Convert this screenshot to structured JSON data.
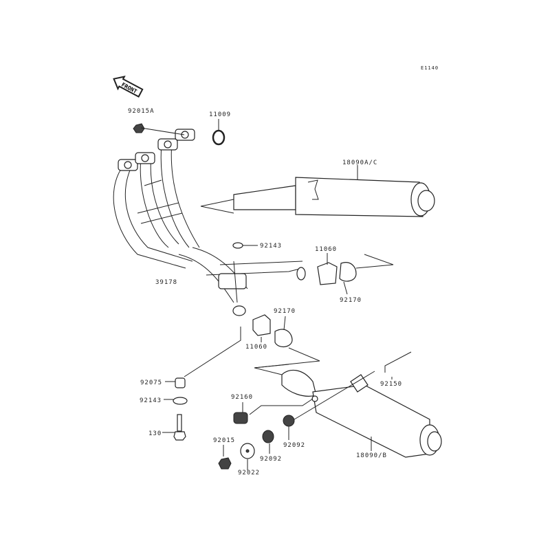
{
  "diagram_code": "E1140",
  "front_arrow": "FRONT",
  "parts": [
    {
      "id": "92015A"
    },
    {
      "id": "11009"
    },
    {
      "id": "18090A/C"
    },
    {
      "id": "92143"
    },
    {
      "id": "11060"
    },
    {
      "id": "39178"
    },
    {
      "id": "92170"
    },
    {
      "id": "92170"
    },
    {
      "id": "11060"
    },
    {
      "id": "92075"
    },
    {
      "id": "92143"
    },
    {
      "id": "130"
    },
    {
      "id": "92160"
    },
    {
      "id": "92015"
    },
    {
      "id": "92022"
    },
    {
      "id": "92092"
    },
    {
      "id": "92092"
    },
    {
      "id": "92150"
    },
    {
      "id": "18090/B"
    }
  ]
}
